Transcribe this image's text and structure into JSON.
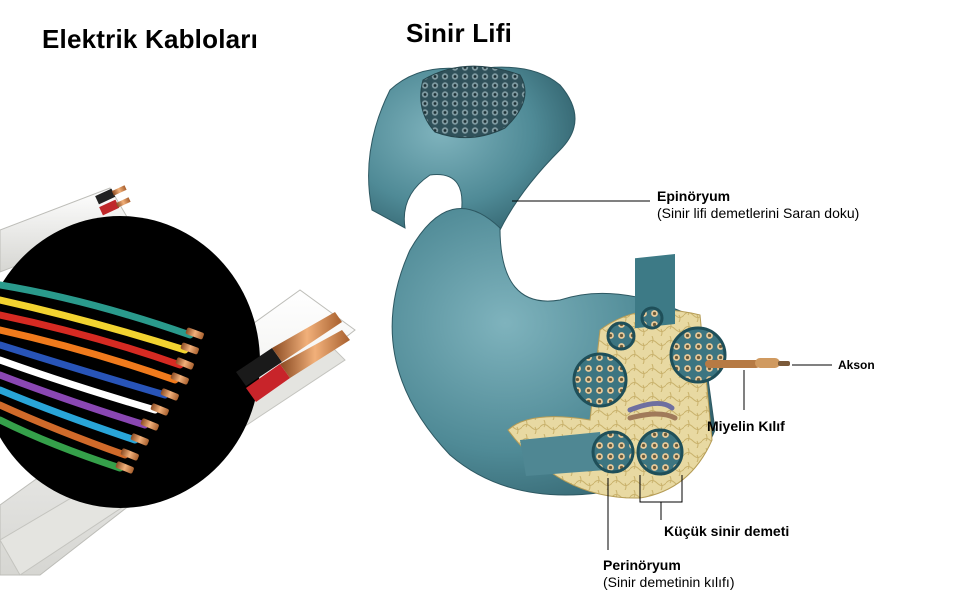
{
  "titles": {
    "left": "Elektrik Kabloları",
    "right": "Sinir Lifi"
  },
  "labels": {
    "epinoryum": {
      "title": "Epinöryum",
      "subtitle": "(Sinir lifi demetlerini Saran doku)"
    },
    "akson": "Akson",
    "miyelin": "Miyelin Kılıf",
    "kucuk_demet": "Küçük sinir demeti",
    "perinoryum": {
      "title": "Perinöryum",
      "subtitle": "(Sinir demetinin kılıfı)"
    }
  },
  "colors": {
    "nerve_body": "#4f8a96",
    "fat_tissue": "#e6d7a0",
    "cable_sheath": "#f0f0ec",
    "cable_core": "#000000",
    "copper": "#d98a52"
  }
}
